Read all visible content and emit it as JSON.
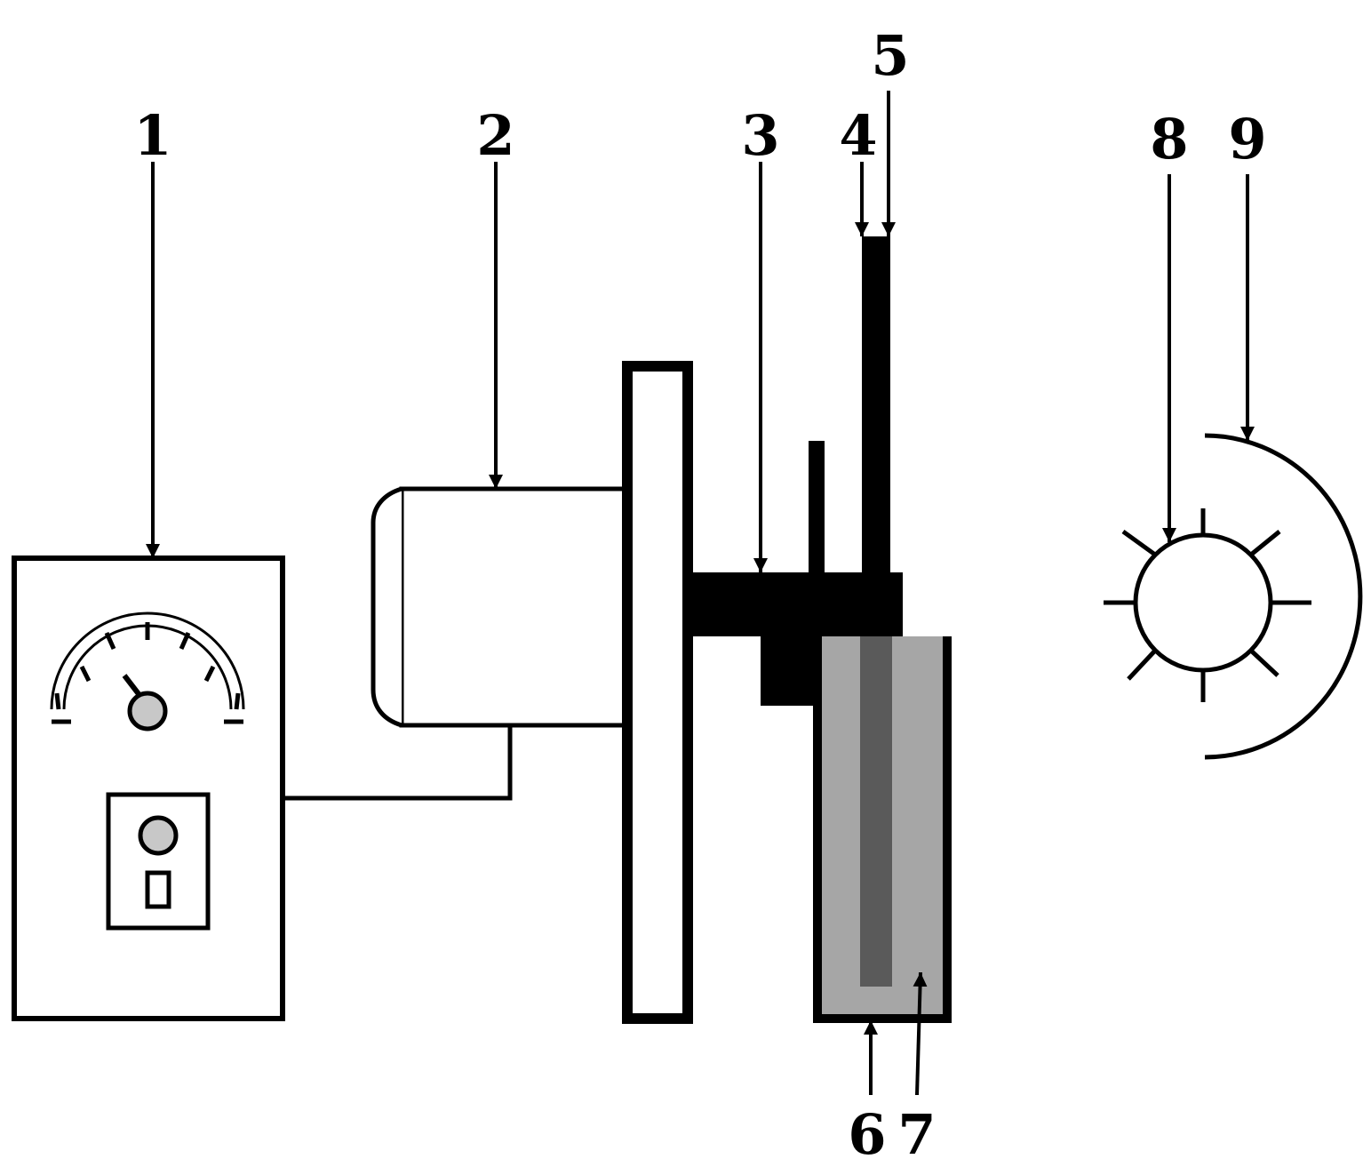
{
  "labels": {
    "l1": "1",
    "l2": "2",
    "l3": "3",
    "l4": "4",
    "l5": "5",
    "l6": "6",
    "l7": "7",
    "l8": "8",
    "l9": "9"
  },
  "colors": {
    "line": "#000000",
    "background": "#ffffff",
    "liquid": "#a6a6a6",
    "electrode": "#5a5a5a",
    "gauge_knob": "#c8c8c8"
  }
}
